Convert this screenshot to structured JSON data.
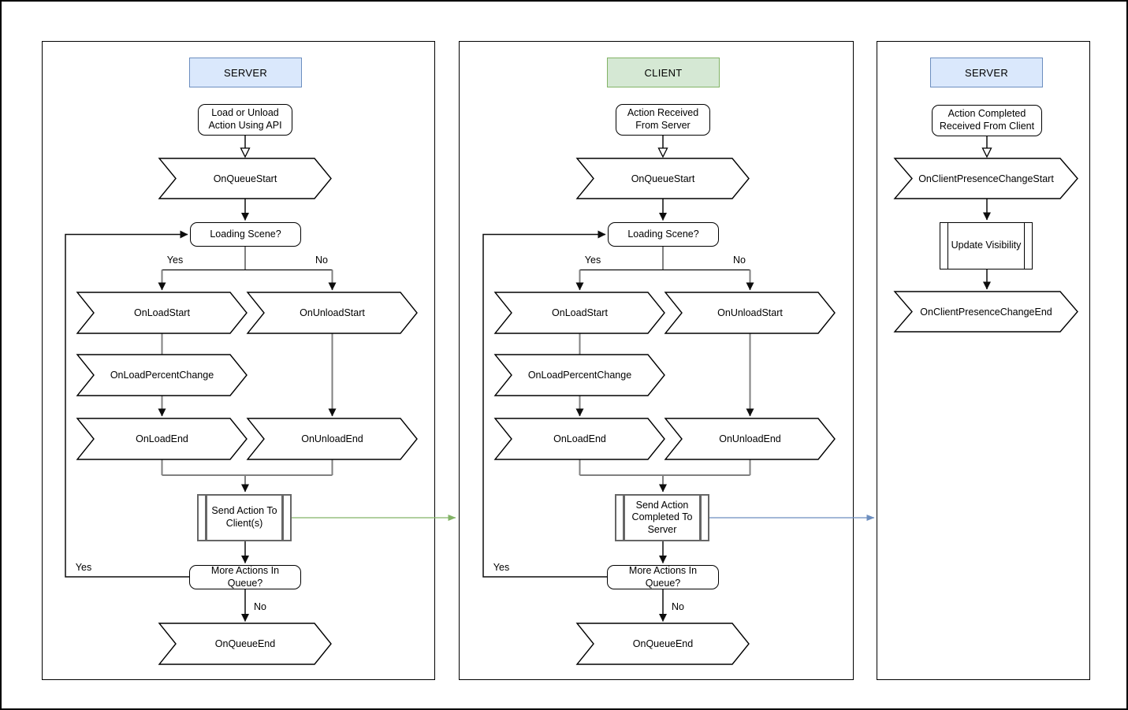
{
  "colors": {
    "server_header_fill": "#dae8fc",
    "server_header_border": "#6c8ebf",
    "client_header_fill": "#d5e8d4",
    "client_header_border": "#82b366",
    "server_to_client_arrow": "#82b366",
    "client_to_server_arrow": "#6c8ebf",
    "shape_fill": "#ffffff",
    "shape_stroke": "#000000",
    "connector_gray": "#808080",
    "connector_dark": "#0d0d0d"
  },
  "panels": {
    "server_queue": {
      "title": "SERVER",
      "nodes": {
        "start": "Load or Unload Action Using API",
        "on_queue_start": "OnQueueStart",
        "loading_scene": "Loading Scene?",
        "on_load_start": "OnLoadStart",
        "on_unload_start": "OnUnloadStart",
        "on_load_percent_change": "OnLoadPercentChange",
        "on_load_end": "OnLoadEnd",
        "on_unload_end": "OnUnloadEnd",
        "send_action": "Send Action To Client(s)",
        "more_actions": "More Actions In Queue?",
        "on_queue_end": "OnQueueEnd"
      },
      "edge_labels": {
        "yes": "Yes",
        "no": "No",
        "loop_yes": "Yes",
        "queue_no": "No"
      }
    },
    "client_queue": {
      "title": "CLIENT",
      "nodes": {
        "start": "Action Received From Server",
        "on_queue_start": "OnQueueStart",
        "loading_scene": "Loading Scene?",
        "on_load_start": "OnLoadStart",
        "on_unload_start": "OnUnloadStart",
        "on_load_percent_change": "OnLoadPercentChange",
        "on_load_end": "OnLoadEnd",
        "on_unload_end": "OnUnloadEnd",
        "send_action": "Send Action Completed To Server",
        "more_actions": "More Actions In Queue?",
        "on_queue_end": "OnQueueEnd"
      },
      "edge_labels": {
        "yes": "Yes",
        "no": "No",
        "loop_yes": "Yes",
        "queue_no": "No"
      }
    },
    "server_presence": {
      "title": "SERVER",
      "nodes": {
        "start": "Action Completed Received From Client",
        "on_client_presence_change_start": "OnClientPresenceChangeStart",
        "update_visibility": "Update Visibility",
        "on_client_presence_change_end": "OnClientPresenceChangeEnd"
      }
    }
  }
}
